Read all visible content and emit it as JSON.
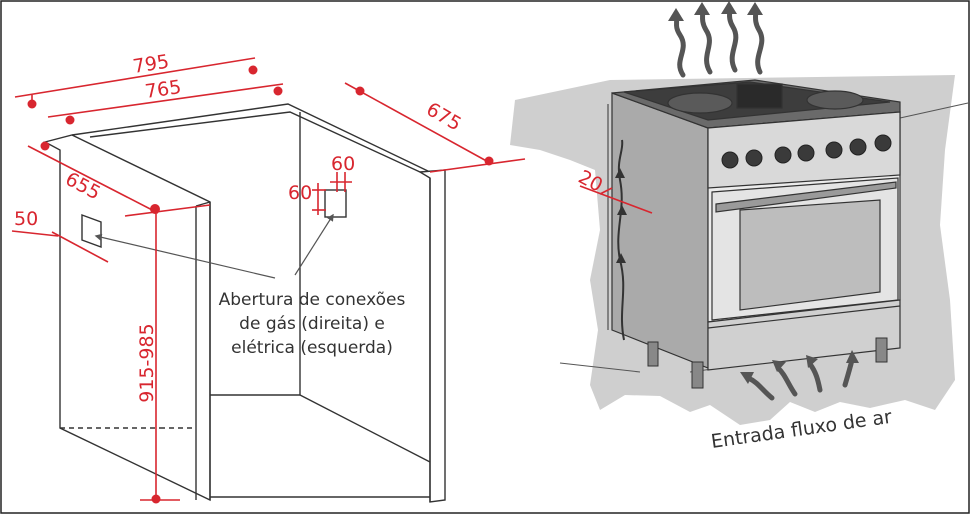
{
  "colors": {
    "dimension": "#d8262f",
    "outline": "#333333",
    "wall_shadow": "#cfcfcf",
    "background": "#ffffff"
  },
  "left_diagram": {
    "dimensions": {
      "total_width": "795",
      "inner_width": "765",
      "depth_right": "675",
      "depth_left": "655",
      "height": "915-985",
      "side_offset": "50",
      "opening_width": "60",
      "opening_height": "60"
    },
    "callout": {
      "line1": "Abertura de conexões",
      "line2": "de gás (direita) e",
      "line3": "elétrica (esquerda)"
    }
  },
  "right_diagram": {
    "gap": "20",
    "airflow_label": "Entrada fluxo de ar",
    "icons": [
      "heat-arrow-icon",
      "airflow-arrow-icon"
    ]
  }
}
